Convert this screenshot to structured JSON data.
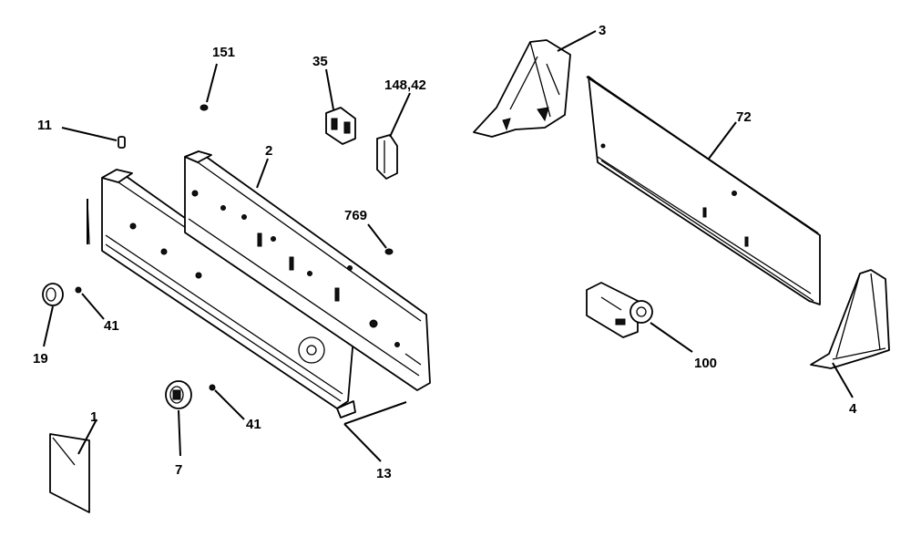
{
  "diagram": {
    "callouts": {
      "c151": "151",
      "c35": "35",
      "c148": "148,42",
      "c3": "3",
      "c72": "72",
      "c11": "11",
      "c2": "2",
      "c769": "769",
      "c41a": "41",
      "c19": "19",
      "c100": "100",
      "c4": "4",
      "c41b": "41",
      "c1": "1",
      "c7": "7",
      "c13": "13"
    }
  }
}
